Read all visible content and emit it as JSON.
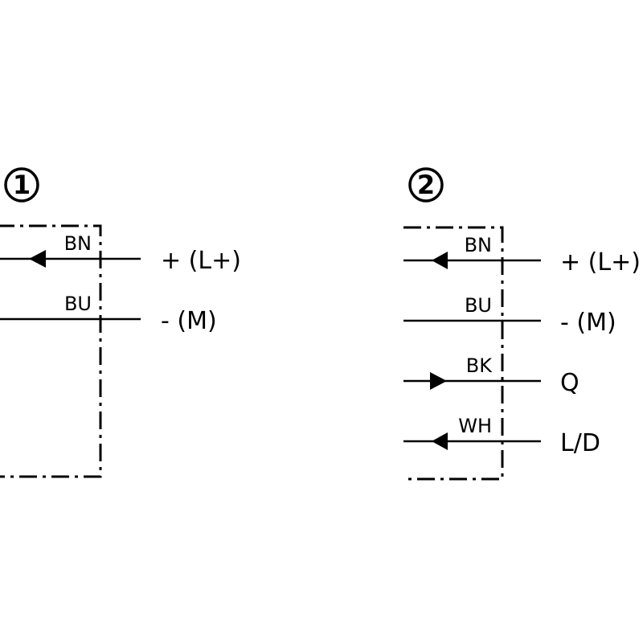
{
  "diagrams": [
    {
      "marker": "1",
      "wires": [
        {
          "code": "BN",
          "terminal": "+ (L+)",
          "arrow": "in"
        },
        {
          "code": "BU",
          "terminal": "- (M)",
          "arrow": "none"
        }
      ]
    },
    {
      "marker": "2",
      "wires": [
        {
          "code": "BN",
          "terminal": "+ (L+)",
          "arrow": "in"
        },
        {
          "code": "BU",
          "terminal": "- (M)",
          "arrow": "none"
        },
        {
          "code": "BK",
          "terminal": "Q",
          "arrow": "out"
        },
        {
          "code": "WH",
          "terminal": "L/D",
          "arrow": "in"
        }
      ]
    }
  ]
}
